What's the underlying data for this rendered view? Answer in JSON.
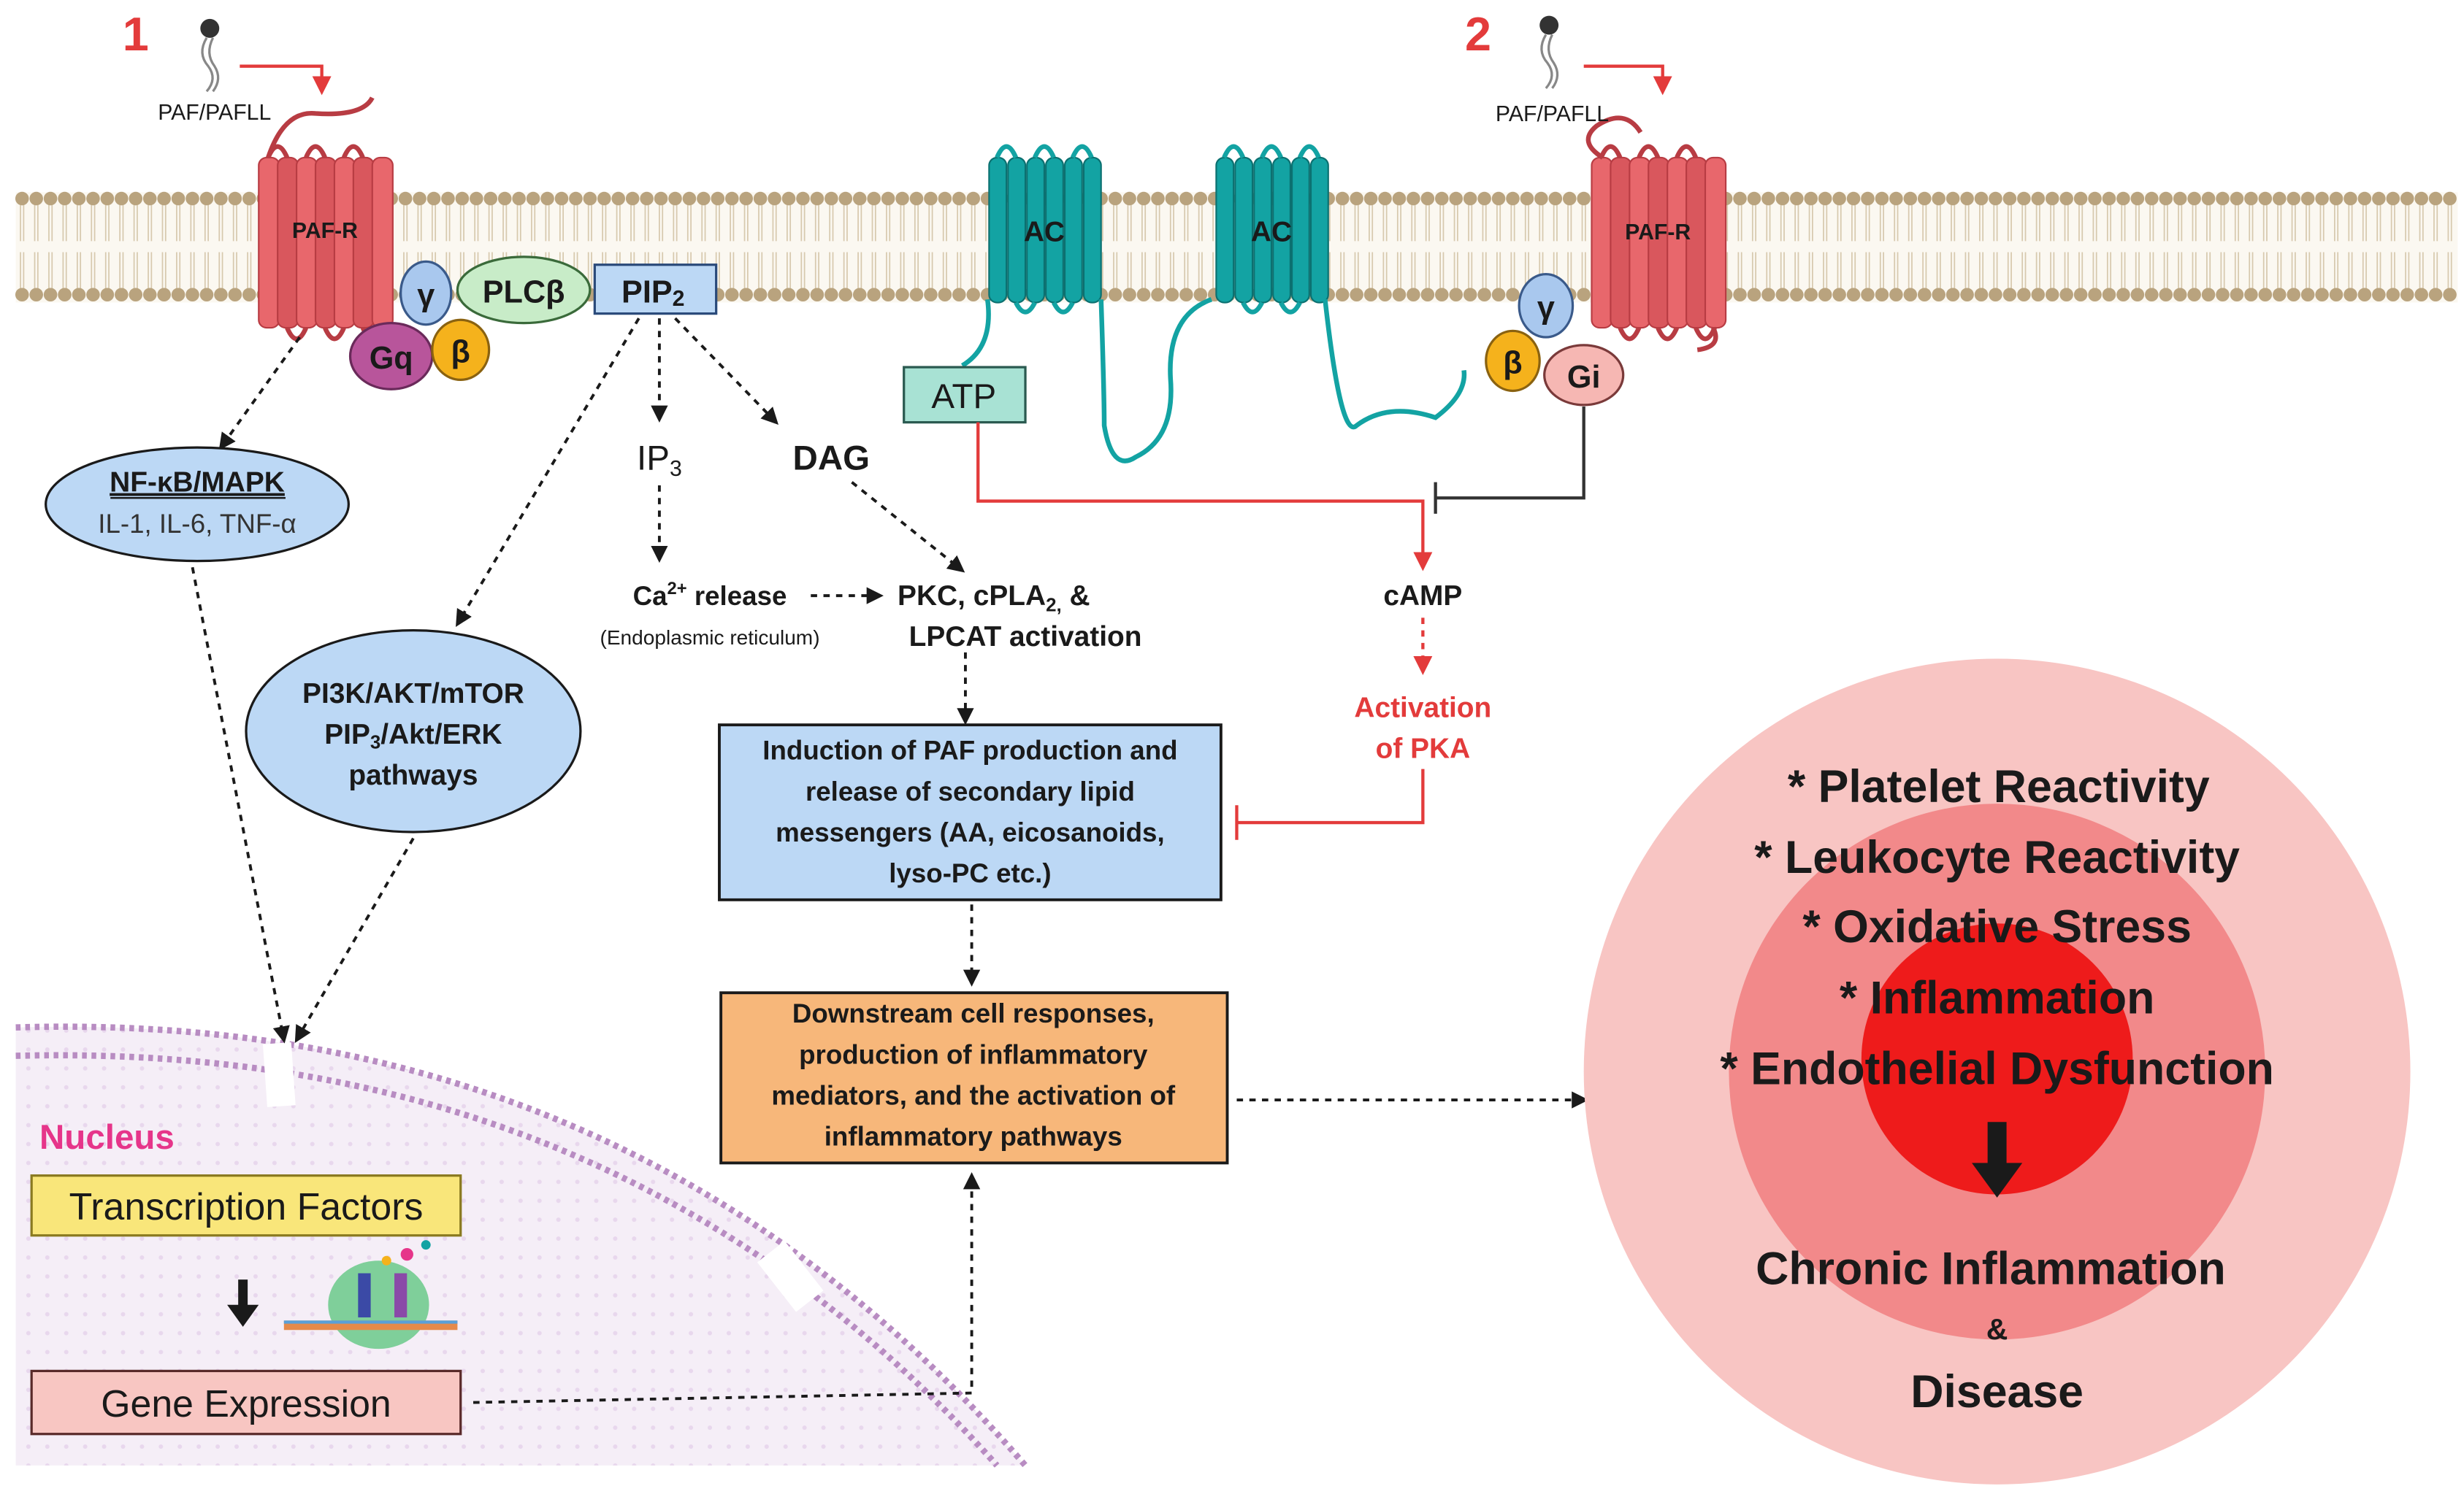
{
  "colors": {
    "membrane_head": "#b9a37e",
    "receptor": "#e8676c",
    "receptor_dark": "#b83c43",
    "ac": "#13a3a3",
    "red_arrow": "#e33b3b",
    "box_blue": "#bcd8f5",
    "box_blue_border": "#2a4a7a",
    "box_orange": "#f7b77a",
    "ellipse_blue": "#bcd8f5",
    "gq": "#b8559b",
    "beta": "#f5b21c",
    "gamma": "#a9c8ee",
    "plcb": "#c8ecc8",
    "gi": "#f6b7b3",
    "atp": "#a8e2d4",
    "nucleus_label": "#e6358a",
    "tf_box": "#f9e67a",
    "ge_box": "#f8c6c2",
    "circle_outer": "#f8c5c3",
    "circle_mid": "#f2898a",
    "circle_inner": "#ee1b1b"
  },
  "pathway1": {
    "number": "1",
    "ligand": "PAF/PAFLL",
    "receptor": "PAF-R",
    "g_gamma": "γ",
    "g_q": "Gq",
    "g_beta": "β",
    "plc": "PLCβ",
    "pip2": "PIP",
    "pip2_sub": "2"
  },
  "pathway2": {
    "number": "2",
    "ligand": "PAF/PAFLL",
    "receptor": "PAF-R",
    "g_gamma": "γ",
    "g_beta": "β",
    "g_i": "Gi"
  },
  "adenylyl_cyclase": {
    "ac1": "AC",
    "ac2": "AC",
    "atp": "ATP"
  },
  "nfkb": {
    "title": "NF-κB/MAPK",
    "subtitle": "IL-1, IL-6, TNF-α"
  },
  "pi3k": {
    "line1": "PI3K/AKT/mTOR",
    "line2_a": "PIP",
    "line2_sub": "3",
    "line2_b": "/Akt/ERK",
    "line3": "pathways"
  },
  "second_messengers": {
    "ip3": "IP",
    "ip3_sub": "3",
    "dag": "DAG",
    "ca_a": "Ca",
    "ca_sup": "2+",
    "ca_b": " release",
    "er": "(Endoplasmic reticulum)",
    "pkc_a": "PKC, cPLA",
    "pkc_sub": "2,",
    "pkc_b": " &",
    "pkc_line2": "LPCAT activation",
    "camp": "cAMP",
    "pka_line1": "Activation",
    "pka_line2": "of PKA"
  },
  "induction_box": [
    "Induction of PAF production and",
    "release of secondary lipid",
    "messengers (AA, eicosanoids,",
    "lyso-PC etc.)"
  ],
  "downstream_box": [
    "Downstream cell responses,",
    "production of inflammatory",
    "mediators, and the activation of",
    "inflammatory pathways"
  ],
  "nucleus": {
    "label": "Nucleus",
    "transcription_factors": "Transcription Factors",
    "gene_expression": "Gene Expression"
  },
  "outcomes": {
    "items": [
      "* Platelet Reactivity",
      "* Leukocyte Reactivity",
      "* Oxidative Stress",
      "* Inflammation",
      "* Endothelial Dysfunction"
    ],
    "result_line1": "Chronic Inflammation",
    "result_amp": "&",
    "result_line2": "Disease"
  }
}
